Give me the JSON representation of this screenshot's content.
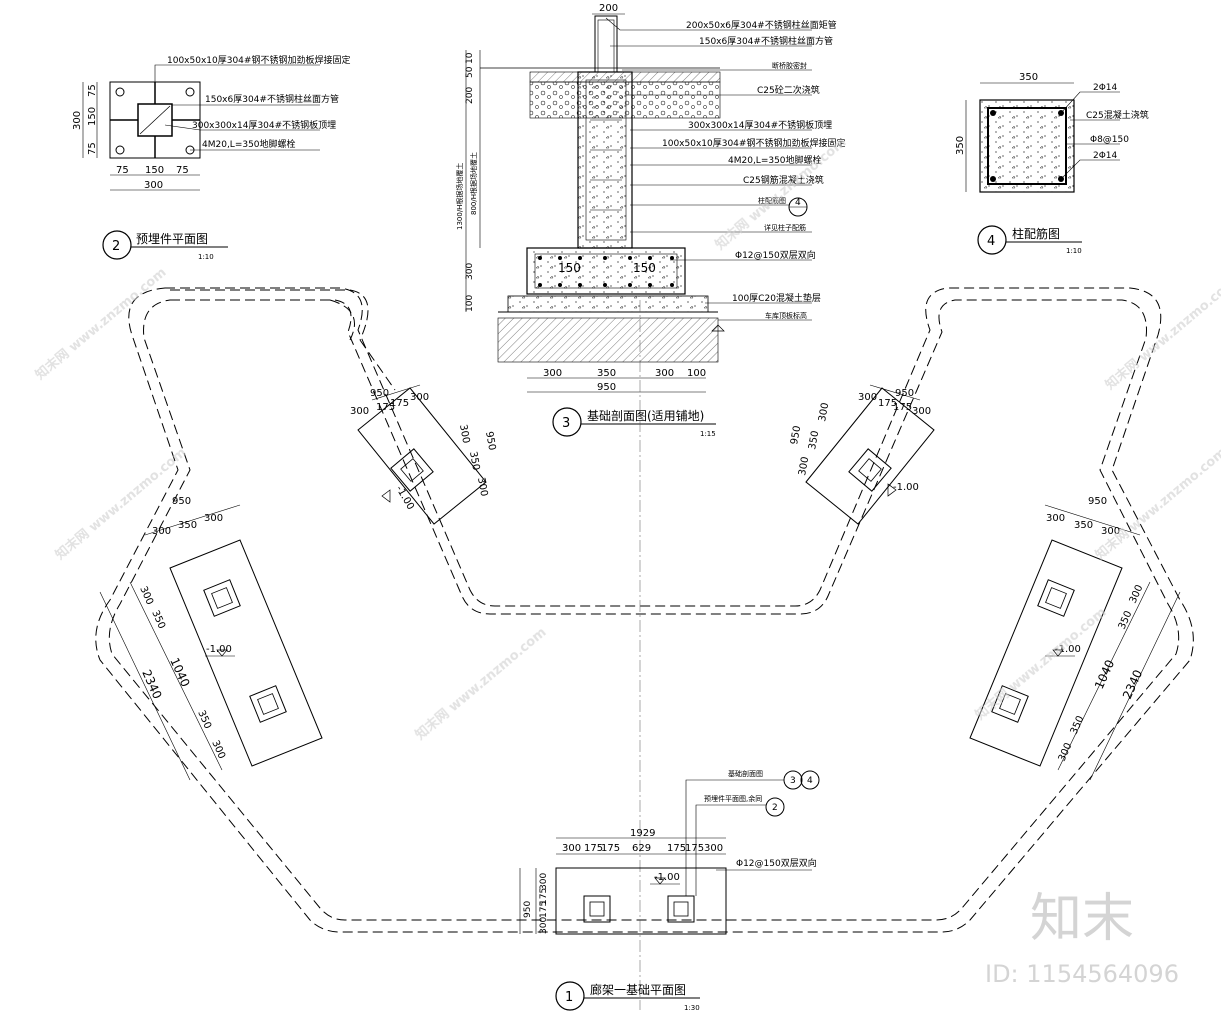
{
  "detail2": {
    "callouts": [
      "100x50x10厚304#钢不锈钢加劲板焊接固定",
      "150x6厚304#不锈钢柱丝面方管",
      "300x300x14厚304#不锈钢板顶埋",
      "4M20,L=350地脚螺栓"
    ],
    "dims_bottom": [
      "75",
      "150",
      "75"
    ],
    "dims_bottom_total": "300",
    "dims_left": [
      "75",
      "150",
      "75"
    ],
    "dims_left_total": "300",
    "label_num": "2",
    "title": "预埋件平面图",
    "scale": "1:10"
  },
  "detail3": {
    "top_dim": "200",
    "callouts": [
      "200x50x6厚304#不锈钢柱丝面矩管",
      "150x6厚304#不锈钢柱丝面方管",
      "断桥胶密封",
      "C25砼二次浇筑",
      "300x300x14厚304#不锈钢板顶埋",
      "100x50x10厚304#钢不锈钢加劲板焊接固定",
      "4M20,L=350地脚螺栓",
      "C25钢筋混凝土浇筑",
      "柱配筋图",
      "详见柱子配筋",
      "Φ12@150双层双向",
      "100厚C20混凝土垫层",
      "车库顶板标高"
    ],
    "ref_tag": "4",
    "left_dims": [
      "10",
      "50",
      "200",
      "1300/H根据场地覆土",
      "800/H根据场地覆土",
      "300",
      "100"
    ],
    "inner_dims": [
      "150",
      "150"
    ],
    "dims_bottom": [
      "300",
      "350",
      "300",
      "100"
    ],
    "dims_bottom_total": "950",
    "label_num": "3",
    "title": "基础剖面图(适用铺地)",
    "scale": "1:15"
  },
  "detail4": {
    "top_dim": "350",
    "left_dim": "350",
    "callouts": [
      "2Φ14",
      "C25混凝土浇筑",
      "Φ8@150",
      "2Φ14"
    ],
    "label_num": "4",
    "title": "柱配筋图",
    "scale": "1:10"
  },
  "plan1": {
    "left_top_dims": [
      "950",
      "300",
      "350",
      "300"
    ],
    "left_side_dims": [
      "300",
      "350",
      "1040",
      "350",
      "300"
    ],
    "left_side_total": "2340",
    "right_top_dims": [
      "950",
      "300",
      "350",
      "300"
    ],
    "right_side_dims": [
      "300",
      "350",
      "1040",
      "350",
      "300"
    ],
    "right_side_total": "2340",
    "upper_left_dims": [
      "950",
      "300",
      "175",
      "175",
      "300"
    ],
    "upper_left_side": [
      "300",
      "350",
      "300"
    ],
    "upper_left_side_total": "950",
    "upper_right_dims": [
      "950",
      "300",
      "175",
      "175",
      "300"
    ],
    "upper_right_side": [
      "300",
      "350",
      "300"
    ],
    "upper_right_side_total": "950",
    "bottom_total": "1929",
    "bottom_dims": [
      "300",
      "175",
      "175",
      "629",
      "175",
      "175",
      "300"
    ],
    "bottom_side": [
      "300",
      "175",
      "175",
      "300"
    ],
    "bottom_side_total": "950",
    "levels": [
      "-1.00",
      "-1.00",
      "-1.00",
      "-1.00",
      "-1.00"
    ],
    "callouts": [
      "基础剖面图",
      "预埋件平面图,余同",
      "Φ12@150双层双向"
    ],
    "ref_tags": [
      "3",
      "4",
      "2"
    ],
    "label_num": "1",
    "title": "廊架一基础平面图",
    "scale": "1:30"
  },
  "watermark": {
    "text_repeat": "知末网 www.znzmo.com",
    "brand": "知末",
    "id": "ID: 1154564096"
  }
}
